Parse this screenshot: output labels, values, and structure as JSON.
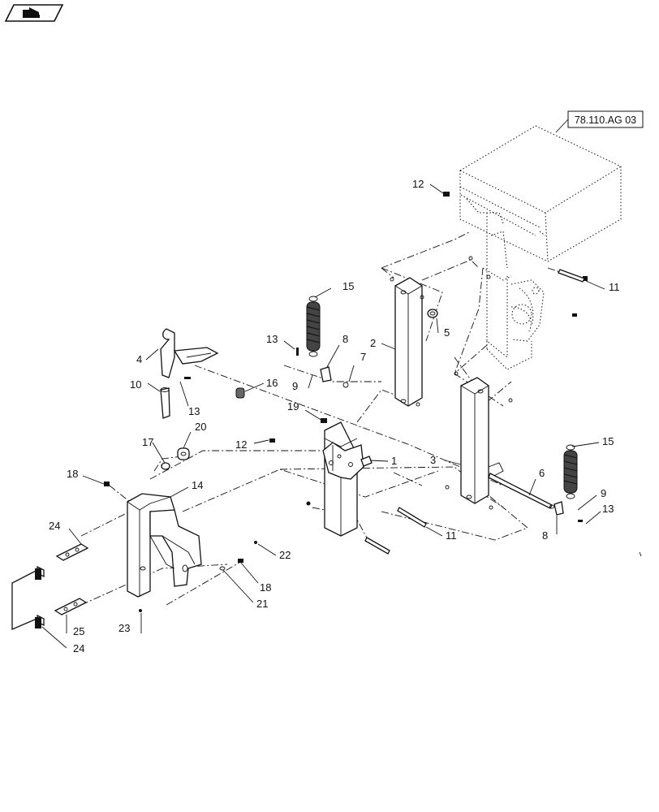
{
  "nav": {
    "icon": "back-arrow-icon"
  },
  "reference": {
    "label": "78.110.AG 03"
  },
  "callouts": [
    "1",
    "2",
    "3",
    "4",
    "5",
    "6",
    "7",
    "8",
    "8",
    "9",
    "9",
    "10",
    "11",
    "11",
    "12",
    "12",
    "13",
    "13",
    "13",
    "14",
    "15",
    "15",
    "16",
    "17",
    "18",
    "18",
    "19",
    "20",
    "21",
    "22",
    "23",
    "24",
    "24",
    "25"
  ]
}
